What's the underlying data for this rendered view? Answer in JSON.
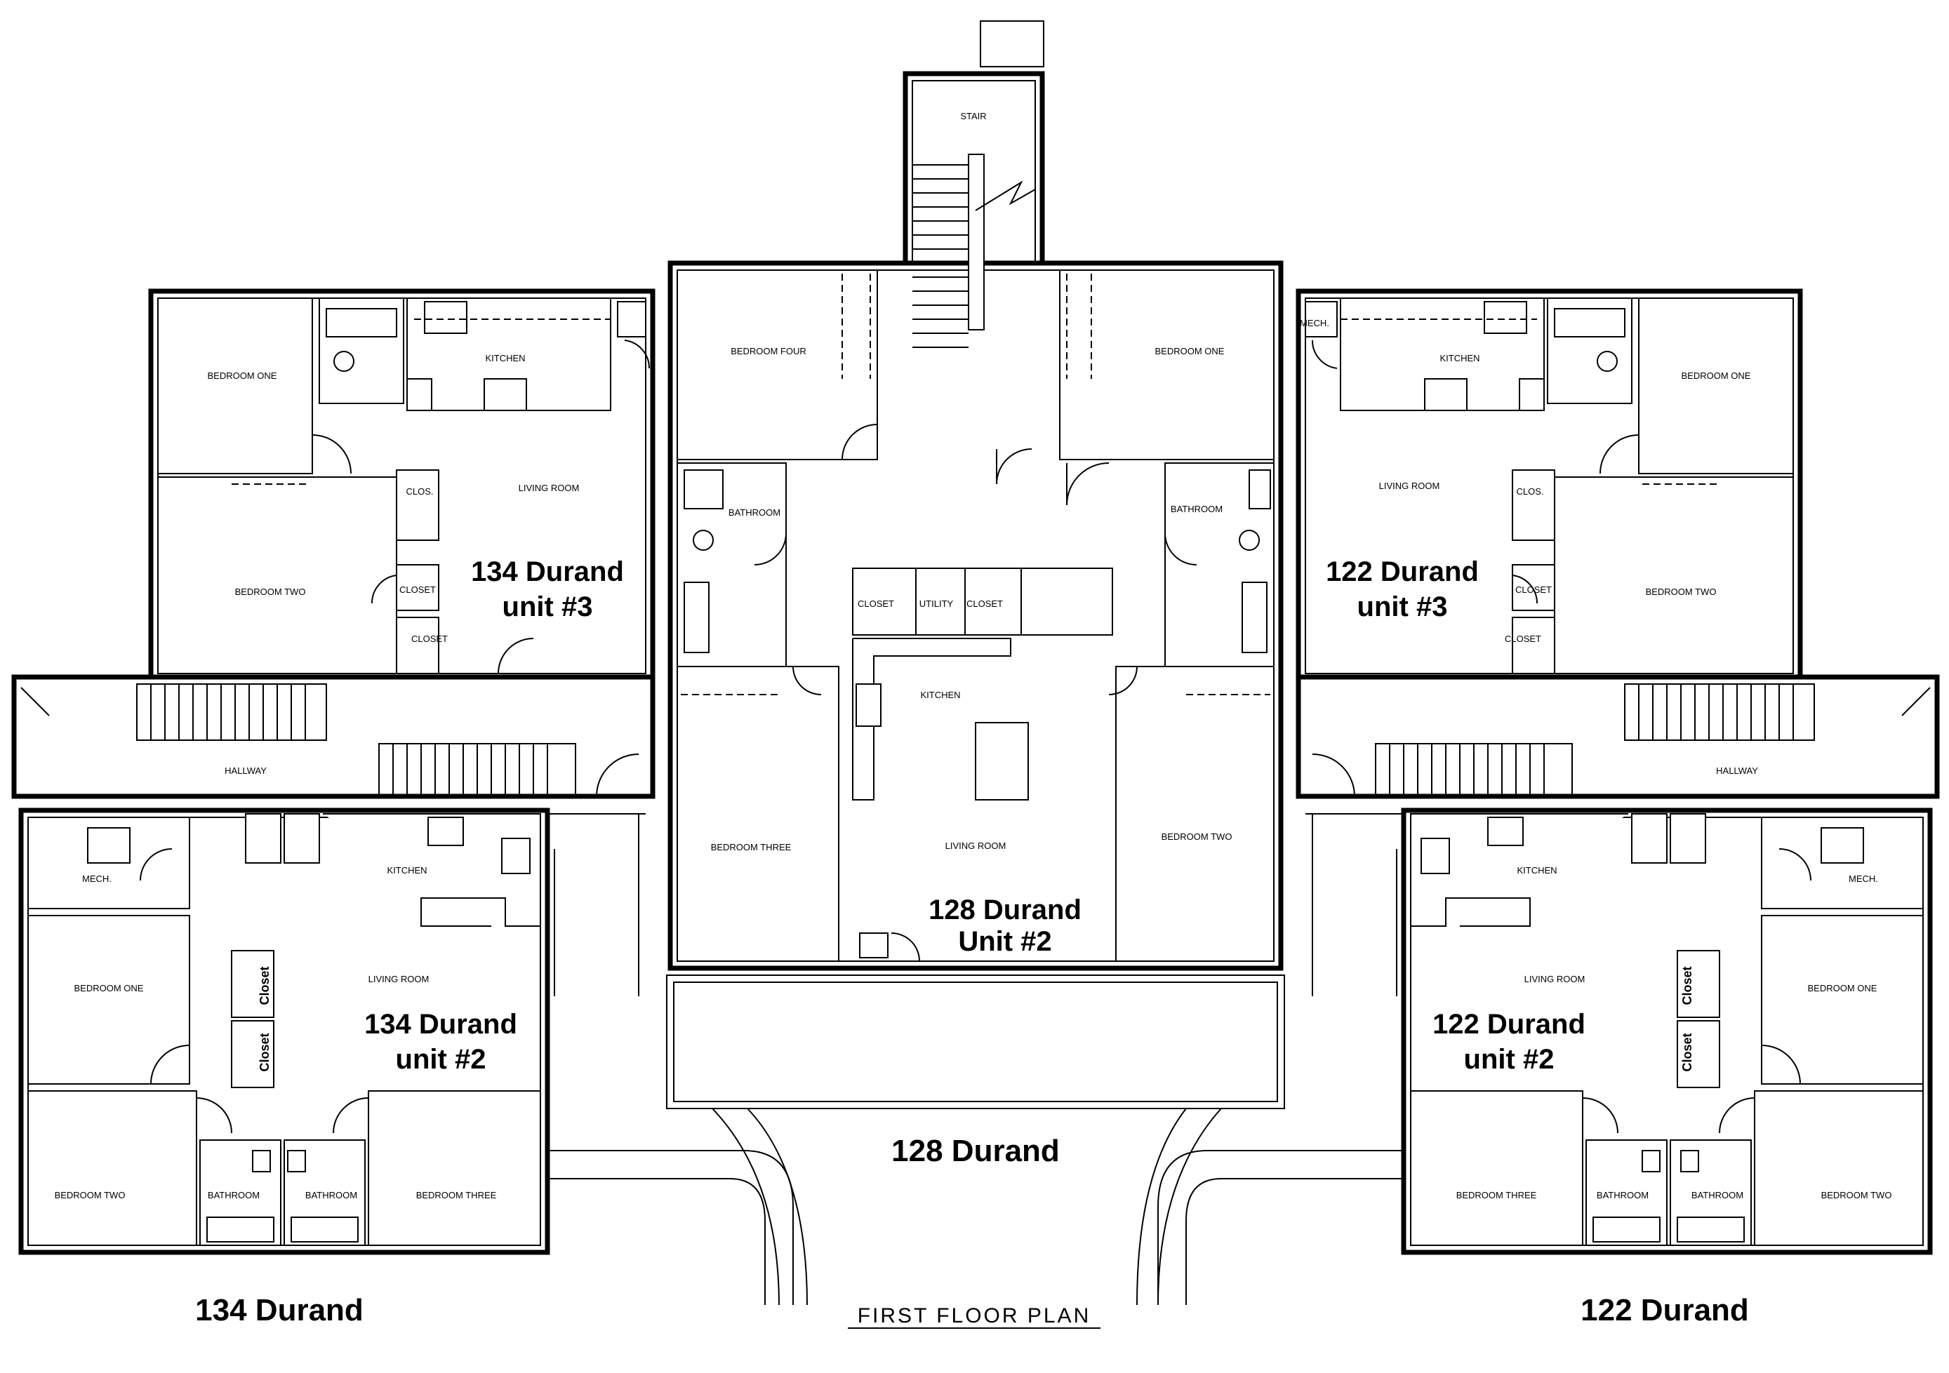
{
  "plan_title": "FIRST FLOOR PLAN",
  "buildings": {
    "left": "134 Durand",
    "center": "128 Durand",
    "right": "122 Durand"
  },
  "units": {
    "left_upper": [
      "134 Durand",
      "unit #3"
    ],
    "left_lower": [
      "134 Durand",
      "unit #2"
    ],
    "center": [
      "128 Durand",
      "Unit #2"
    ],
    "right_upper": [
      "122 Durand",
      "unit #3"
    ],
    "right_lower": [
      "122 Durand",
      "unit #2"
    ]
  },
  "rooms": {
    "stair": "STAIR",
    "bedroom_one": "BEDROOM ONE",
    "bedroom_two": "BEDROOM TWO",
    "bedroom_three": "BEDROOM THREE",
    "bedroom_four": "BEDROOM FOUR",
    "kitchen": "KITCHEN",
    "living_room": "LIVING ROOM",
    "bathroom": "BATHROOM",
    "closet": "CLOSET",
    "clos": "CLOS.",
    "utility": "UTILITY",
    "hallway": "HALLWAY",
    "mech": "MECH.",
    "closet_vertical": "Closet"
  }
}
